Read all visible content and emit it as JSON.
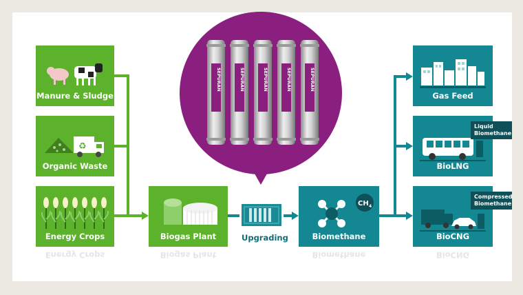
{
  "sources": [
    {
      "label": "Manure & Sludge",
      "icon": "livestock-icon"
    },
    {
      "label": "Organic Waste",
      "icon": "recycling-truck-icon"
    },
    {
      "label": "Energy Crops",
      "icon": "corn-crops-icon"
    }
  ],
  "plant": {
    "label": "Biogas Plant",
    "icon": "biogas-plant-icon"
  },
  "upgrading": {
    "label": "Upgrading",
    "icon": "membrane-module-icon"
  },
  "membranes": {
    "brand": "SEPURAN",
    "count": 5
  },
  "biomethane": {
    "label": "Biomethane",
    "formula": "CH",
    "subscript": "4",
    "icon": "methane-molecule-icon"
  },
  "outputs": [
    {
      "label": "Gas Feed",
      "icon": "city-grid-icon",
      "tag": ""
    },
    {
      "label": "BioLNG",
      "icon": "bus-icon",
      "tag": "Liquid Biomethane"
    },
    {
      "label": "BioCNG",
      "icon": "truck-car-icon",
      "tag": "Compressed Biomethane"
    }
  ],
  "colors": {
    "green": "#5cb22b",
    "teal": "#138893",
    "purple": "#8a1f7f",
    "tag": "#0f4f57",
    "background": "#ece9e3"
  }
}
